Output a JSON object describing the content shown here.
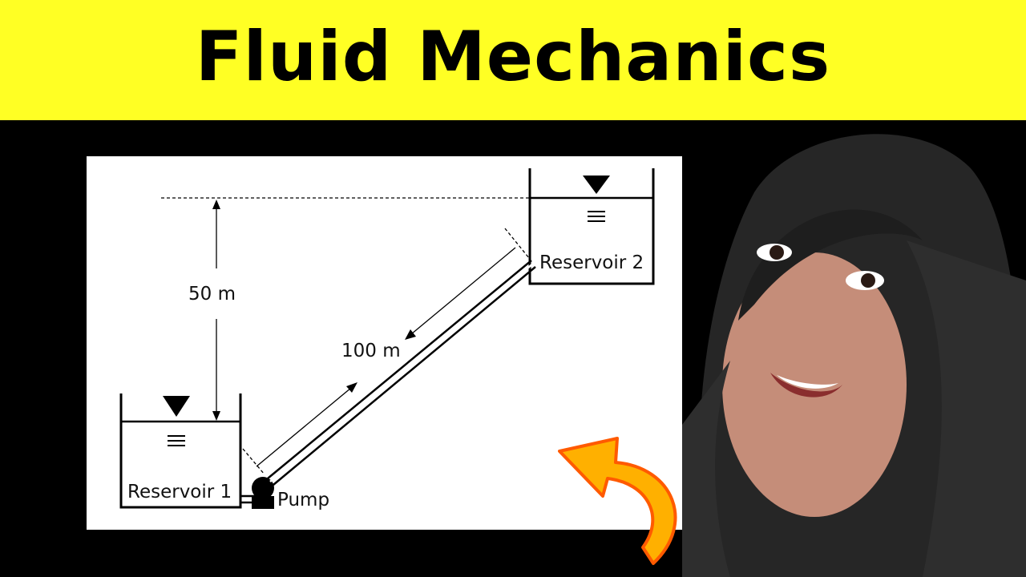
{
  "banner": {
    "title": "Fluid Mechanics",
    "background": "#ffff24"
  },
  "diagram": {
    "reservoir_1_label": "Reservoir 1",
    "reservoir_2_label": "Reservoir 2",
    "pump_label": "Pump",
    "height_label": "50 m",
    "pipe_length_label": "100 m"
  },
  "colors": {
    "callout_arrow": "#ffb000",
    "callout_outline": "#ff5a00"
  },
  "icons": [
    "water-level-triangle-icon",
    "water-surface-lines-icon",
    "pump-icon",
    "curved-arrow-icon"
  ]
}
